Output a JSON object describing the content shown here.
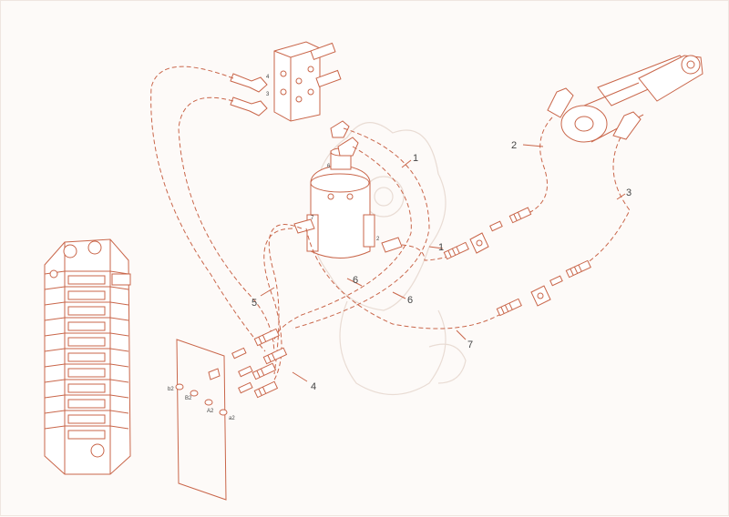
{
  "labels": {
    "hose_1a": "1",
    "hose_1b": "1",
    "hose_2": "2",
    "hose_3": "3",
    "hose_4": "4",
    "hose_5": "5",
    "hose_6a": "6",
    "hose_6b": "6",
    "hose_7": "7"
  },
  "ports": {
    "b2": "b2",
    "B2": "B2",
    "A2": "A2",
    "a2": "a2",
    "p3": "3",
    "p4": "4",
    "p6": "6",
    "p7": "7",
    "p2": "2"
  },
  "colors": {
    "line": "#c9664a",
    "background": "#fdfaf8",
    "label": "#444444"
  }
}
